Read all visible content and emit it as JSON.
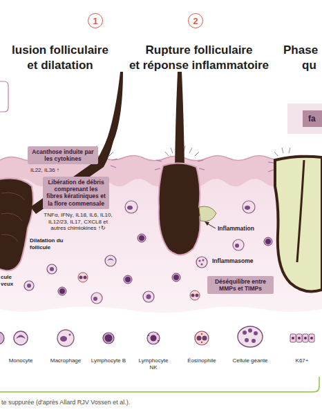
{
  "diagram": {
    "caption": "te suppurée (d'après Allard RJV Vossen et al.).",
    "nodes": [
      {
        "text": [
          "1"
        ]
      },
      {
        "text": [
          "2"
        ]
      },
      {
        "text": [
          "fa"
        ]
      },
      {
        "text": [
          "Acanthose induite par les cytokines"
        ]
      },
      {
        "text": [
          "Libération de débris comprenant les fibres kératiniques et la flore commensale"
        ]
      },
      {
        "text": [
          "Déséquilibre entre MMPs et TIMPs"
        ]
      }
    ],
    "labels": [
      "lusion folliculaire",
      "et dilatation",
      "Rupture folliculaire",
      "et réponse inflammatoire",
      "Phase",
      "qu",
      "IL22, IL36 ↑",
      "TNFα, IFNγ, IL18, IL6, IL10, IL12/23, IL17, CXCL8 et autres chimiokines ↑↻",
      "Dilatation du follicule",
      "cule veux",
      "Inflammation",
      "Inflammasome"
    ],
    "legend": [
      {
        "text": "Monocyte"
      },
      {
        "text": "Macrophage"
      },
      {
        "text": "Lymphocyte B"
      },
      {
        "text": "Lymphocyte NK"
      },
      {
        "text": "Éosinophile"
      },
      {
        "text": "Cellule géante"
      },
      {
        "text": "K67+"
      }
    ]
  }
}
